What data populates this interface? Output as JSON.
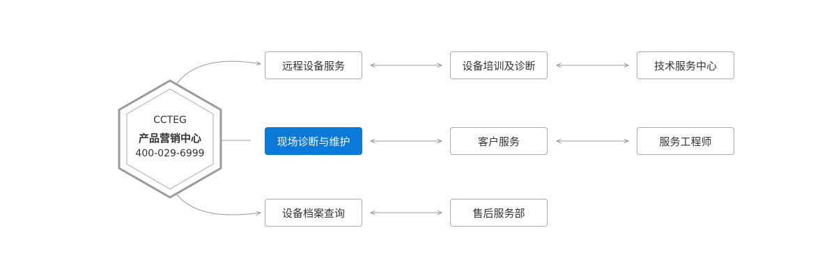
{
  "hub": {
    "name": "CCTEG",
    "title": "产品营销中心",
    "phone": "400-029-6999"
  },
  "rows": [
    {
      "items": [
        {
          "label": "远程设备服务",
          "active": false
        },
        {
          "label": "设备培训及诊断",
          "active": false
        },
        {
          "label": "技术服务中心",
          "active": false
        }
      ]
    },
    {
      "items": [
        {
          "label": "现场诊断与维护",
          "active": true
        },
        {
          "label": "客户服务",
          "active": false
        },
        {
          "label": "服务工程师",
          "active": false
        }
      ]
    },
    {
      "items": [
        {
          "label": "设备档案查询",
          "active": false
        },
        {
          "label": "售后服务部",
          "active": false
        }
      ]
    }
  ],
  "colors": {
    "active": "#0a79d8",
    "border": "#aaaaaa",
    "hex_outline": "#9a9a9a",
    "connector": "#999999"
  }
}
